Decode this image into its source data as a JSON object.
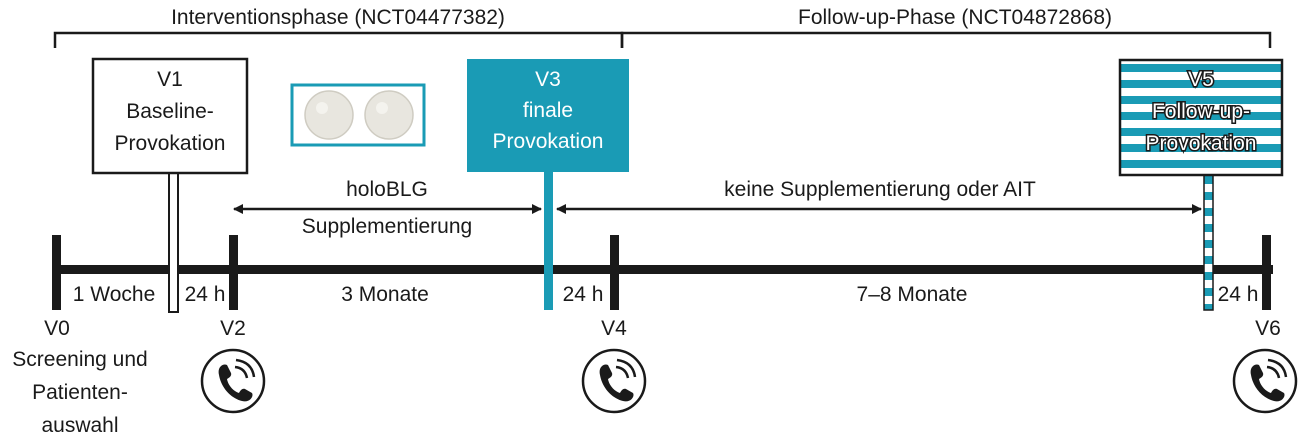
{
  "phases": {
    "intervention": "Interventionsphase (NCT04477382)",
    "followup": "Follow-up-Phase (NCT04872868)"
  },
  "boxes": {
    "v1": [
      "V1",
      "Baseline-",
      "Provokation"
    ],
    "v3": [
      "V3",
      "finale",
      "Provokation"
    ],
    "v5": [
      "V5",
      "Follow-up-",
      "Provokation"
    ]
  },
  "arrows": {
    "supplement": [
      "holoBLG",
      "Supplementierung"
    ],
    "none": "keine Supplementierung oder AIT"
  },
  "durations": {
    "d1": "1 Woche",
    "d2": "24 h",
    "d3": "3 Monate",
    "d4": "24 h",
    "d5": "7–8 Monate",
    "d6": "24 h"
  },
  "visits": {
    "v0": [
      "V0",
      "Screening und",
      "Patienten-",
      "auswahl"
    ],
    "v2": "V2",
    "v4": "V4",
    "v6": "V6"
  },
  "colors": {
    "teal": "#1a9bb5",
    "ink": "#1a1a1a",
    "pill": "#e8e6df"
  },
  "icons": {
    "pills": "pill-tablets-icon",
    "phone": "phone-call-icon"
  }
}
